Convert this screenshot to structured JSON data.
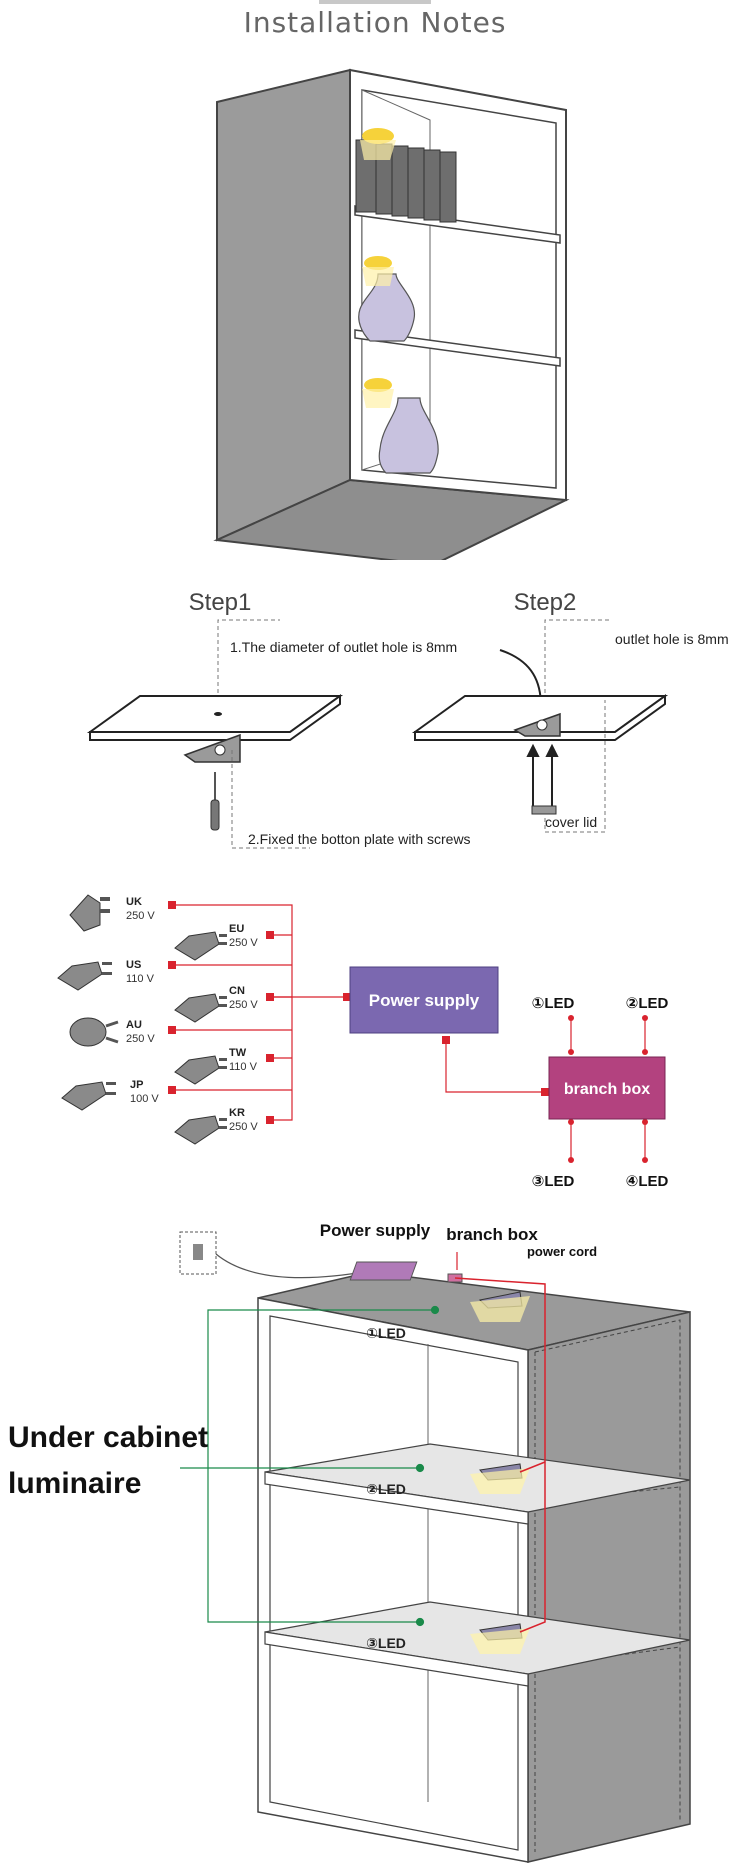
{
  "page": {
    "title": "Installation Notes"
  },
  "steps": {
    "step1": {
      "heading": "Step1",
      "note_1": "1.The diameter of outlet hole is 8mm",
      "note_2": "2.Fixed the botton plate with screws"
    },
    "step2": {
      "heading": "Step2",
      "note_hole": "outlet hole is 8mm",
      "note_lid": "cover lid"
    }
  },
  "wiring": {
    "plugs_left": [
      {
        "country": "UK",
        "voltage": "250 V"
      },
      {
        "country": "US",
        "voltage": "110 V"
      },
      {
        "country": "AU",
        "voltage": "250 V"
      },
      {
        "country": "JP",
        "voltage": "100 V"
      }
    ],
    "plugs_right": [
      {
        "country": "EU",
        "voltage": "250 V"
      },
      {
        "country": "CN",
        "voltage": "250 V"
      },
      {
        "country": "TW",
        "voltage": "110 V"
      },
      {
        "country": "KR",
        "voltage": "250 V"
      }
    ],
    "power_supply": "Power supply",
    "branch_box": "branch box",
    "leds": [
      "①LED",
      "②LED",
      "③LED",
      "④LED"
    ],
    "colors": {
      "power_supply": "#7b68b0",
      "branch_box": "#b3427f",
      "wire": "#d9232e"
    }
  },
  "cabinet_install": {
    "power_supply": "Power supply",
    "branch_box": "branch box",
    "power_cord": "power cord",
    "leds": [
      "①LED",
      "②LED",
      "③LED"
    ],
    "callout_line1": "Under cabinet",
    "callout_line2": "luminaire",
    "colors": {
      "callout": "#1a8a4a",
      "cord": "#d9232e"
    }
  }
}
